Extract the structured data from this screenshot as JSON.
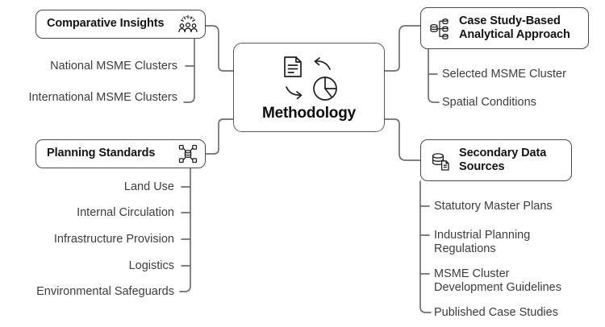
{
  "diagram": {
    "title": "Methodology",
    "type": "mind-map",
    "colors": {
      "background": "#ffffff",
      "node_border": "#4a4a4a",
      "center_border": "#5a5a5a",
      "connector": "#6f6f6f",
      "heading_text": "#141414",
      "leaf_text": "#3d3d3d"
    }
  },
  "center": {
    "label": "Methodology",
    "icons": [
      "document-icon",
      "arrow-left-curved-icon",
      "arrow-right-curved-icon",
      "pie-chart-icon"
    ]
  },
  "branches": [
    {
      "id": "comparative-insights",
      "label": "Comparative Insights",
      "icon": "community-people-icon",
      "side": "left",
      "children": [
        {
          "label": "National MSME Clusters"
        },
        {
          "label": "International MSME Clusters"
        }
      ]
    },
    {
      "id": "planning-standards",
      "label": "Planning Standards",
      "icon": "network-nodes-icon",
      "side": "left",
      "children": [
        {
          "label": "Land Use"
        },
        {
          "label": "Internal Circulation"
        },
        {
          "label": "Infrastructure Provision"
        },
        {
          "label": "Logistics"
        },
        {
          "label": "Environmental Safeguards"
        }
      ]
    },
    {
      "id": "case-study-based-analytical-approach",
      "label": "Case Study-Based\nAnalytical Approach",
      "icon": "database-hierarchy-icon",
      "side": "right",
      "children": [
        {
          "label": "Selected MSME Cluster"
        },
        {
          "label": "Spatial Conditions"
        }
      ]
    },
    {
      "id": "secondary-data-sources",
      "label": "Secondary Data\nSources",
      "icon": "database-document-icon",
      "side": "right",
      "children": [
        {
          "label": "Statutory Master Plans"
        },
        {
          "label": "Industrial Planning\nRegulations"
        },
        {
          "label": "MSME Cluster\nDevelopment Guidelines"
        },
        {
          "label": "Published Case Studies"
        }
      ]
    }
  ]
}
